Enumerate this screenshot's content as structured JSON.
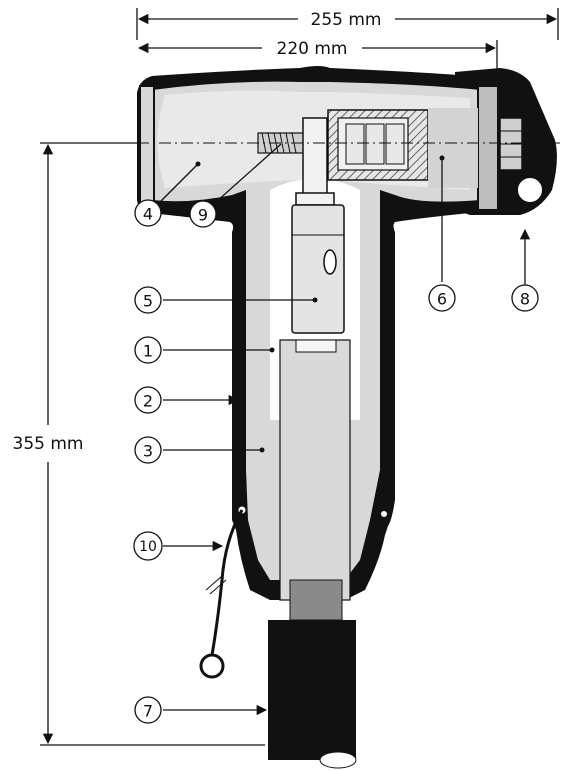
{
  "dimensions": {
    "overall_width": "255 mm",
    "inner_width": "220 mm",
    "height": "355 mm"
  },
  "callouts": [
    "1",
    "2",
    "3",
    "4",
    "5",
    "6",
    "7",
    "8",
    "9",
    "10"
  ],
  "colors": {
    "black_housing": "#111111",
    "light_insulation": "#d8d8d8",
    "dark_grey": "#8a8a8a",
    "white": "#ffffff"
  }
}
